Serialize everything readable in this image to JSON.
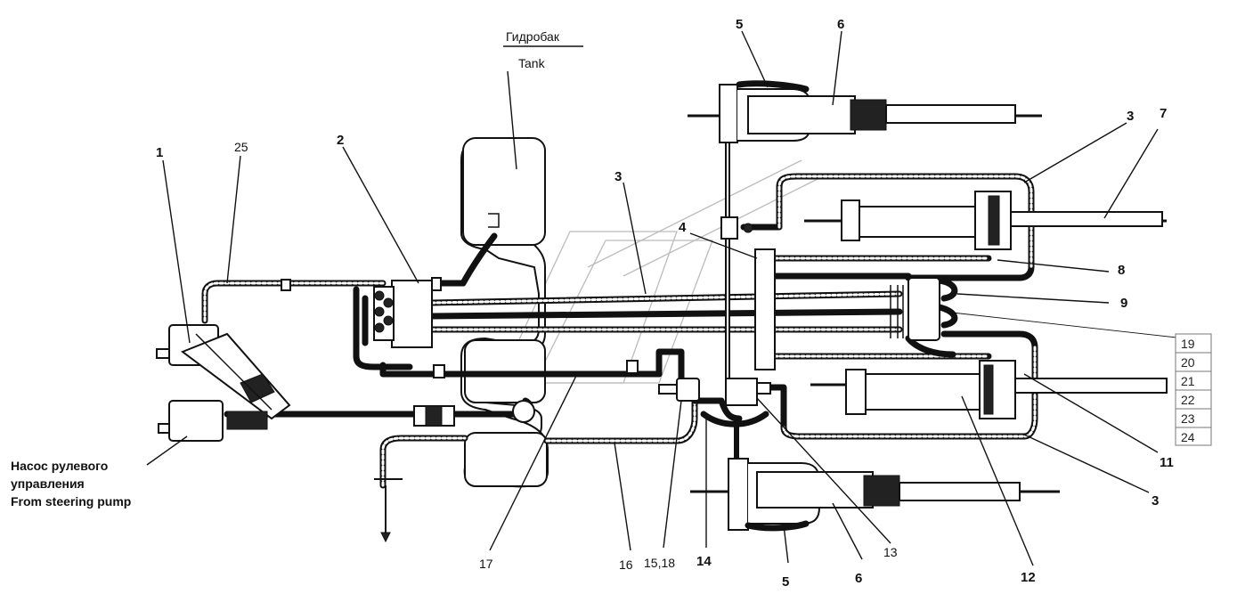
{
  "tank": {
    "label_ru": "Гидробак",
    "label_en": "Tank"
  },
  "pump": {
    "line1": "Насос рулевого",
    "line2": "управления",
    "line3": "From steering pump"
  },
  "callouts": {
    "c1": "1",
    "c25": "25",
    "c2": "2",
    "c3a": "3",
    "c4": "4",
    "c5top": "5",
    "c6top": "6",
    "c3b": "3",
    "c7": "7",
    "c8": "8",
    "c9": "9",
    "c11": "11",
    "c3c": "3",
    "c12": "12",
    "c13": "13",
    "c6bot": "6",
    "c5bot": "5",
    "c14": "14",
    "c15_18": "15,18",
    "c16": "16",
    "c17": "17"
  },
  "box_numbers": [
    "19",
    "20",
    "21",
    "22",
    "23",
    "24"
  ]
}
